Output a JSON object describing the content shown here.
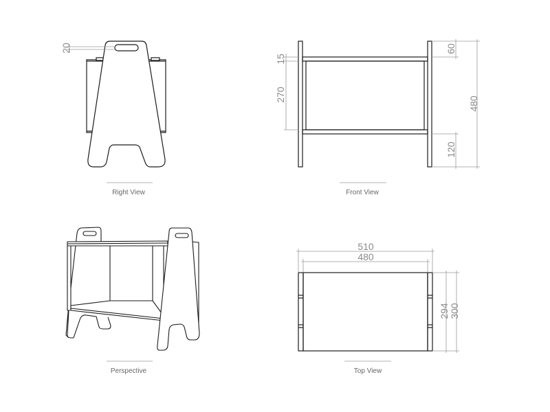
{
  "colors": {
    "ink": "#1a1a1a",
    "dimension": "#9a9a9a",
    "caption": "#666666",
    "background": "#ffffff"
  },
  "views": {
    "right": {
      "caption": "Right View"
    },
    "front": {
      "caption": "Front View"
    },
    "perspective": {
      "caption": "Perspective"
    },
    "top": {
      "caption": "Top View"
    }
  },
  "dimensions": {
    "right_handle_offset": "20",
    "front_top_panel": "15",
    "front_top_gap": "60",
    "front_inner_height": "270",
    "front_total_height": "480",
    "front_bottom_gap": "120",
    "top_outer_width": "510",
    "top_inner_width": "480",
    "top_inner_depth": "294",
    "top_outer_depth": "300"
  }
}
